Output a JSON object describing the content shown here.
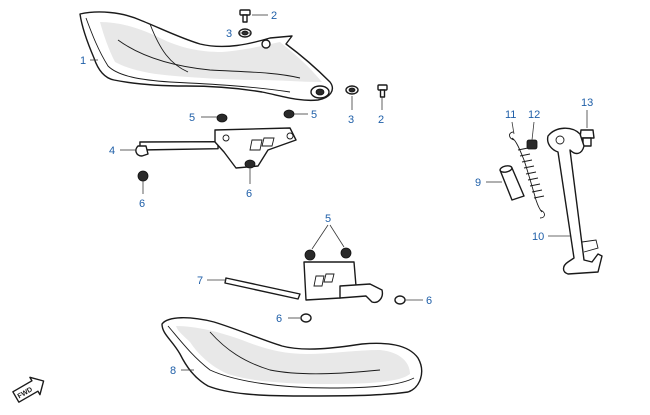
{
  "colors": {
    "callout": "#1f5fa8",
    "line": "#1a1a1a"
  },
  "fwd_badge": {
    "label": "FWD",
    "icon": "forward-arrow-icon"
  },
  "callouts": [
    {
      "id": "c-2a",
      "label": "2"
    },
    {
      "id": "c-3a",
      "label": "3"
    },
    {
      "id": "c-1",
      "label": "1"
    },
    {
      "id": "c-3b",
      "label": "3"
    },
    {
      "id": "c-2b",
      "label": "2"
    },
    {
      "id": "c-5a",
      "label": "5"
    },
    {
      "id": "c-5b",
      "label": "5"
    },
    {
      "id": "c-4",
      "label": "4"
    },
    {
      "id": "c-6a",
      "label": "6"
    },
    {
      "id": "c-6b",
      "label": "6"
    },
    {
      "id": "c-11",
      "label": "11"
    },
    {
      "id": "c-12",
      "label": "12"
    },
    {
      "id": "c-13",
      "label": "13"
    },
    {
      "id": "c-9",
      "label": "9"
    },
    {
      "id": "c-10",
      "label": "10"
    },
    {
      "id": "c-5c",
      "label": "5"
    },
    {
      "id": "c-7",
      "label": "7"
    },
    {
      "id": "c-6c",
      "label": "6"
    },
    {
      "id": "c-6d",
      "label": "6"
    },
    {
      "id": "c-8",
      "label": "8"
    }
  ]
}
